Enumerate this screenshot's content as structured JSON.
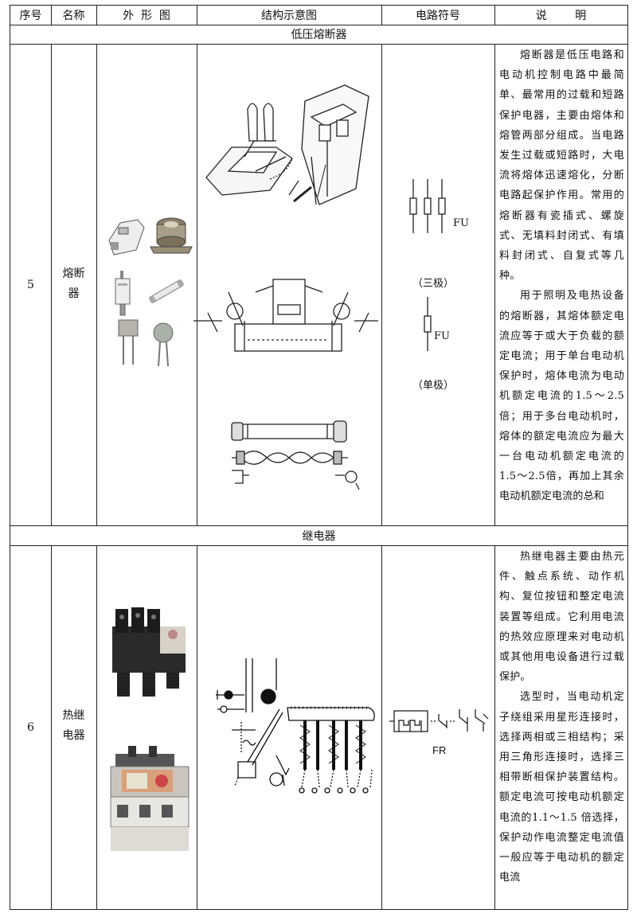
{
  "header": {
    "col_num": "序号",
    "col_name": "名称",
    "col_appearance": "外  形  图",
    "col_structure": "结构示意图",
    "col_symbol": "电路符号",
    "col_desc": "说        明"
  },
  "sections": [
    {
      "title": "低压熔断器",
      "row": {
        "num": "5",
        "name_line1": "熔断",
        "name_line2": "器",
        "symbol_three_pole_code": "FU",
        "symbol_three_pole_caption": "（三极）",
        "symbol_single_pole_code": "FU",
        "symbol_single_pole_caption": "（单极）",
        "desc_p1": "熔断器是低压电路和电动机控制电路中最简单、最常用的过载和短路保护电器，主要由熔体和熔管两部分组成。当电路发生过载或短路时，大电流将熔体迅速熔化，分断电路起保护作用。常用的熔断器有瓷插式、螺旋式、无填料封闭式、有填料封闭式、自复式等几种。",
        "desc_p2": "用于照明及电热设备的熔断器，其熔体额定电流应等于或大于负载的额定电流；用于单台电动机保护时，熔体电流为电动机额定电流的1.5～2.5 倍；用于多台电动机时，熔体的额定电流应为最大一台电动机额定电流的 1.5～2.5倍，再加上其余电动机额定电流的总和"
      }
    },
    {
      "title": "继电器",
      "row": {
        "num": "6",
        "name_line1": "热继",
        "name_line2": "电器",
        "symbol_code": "FR",
        "desc_p1": "热继电器主要由热元件、触点系统、动作机构、复位按钮和整定电流装置等组成。它利用电流的热效应原理来对电动机或其他用电设备进行过载保护。",
        "desc_p2": "选型时，当电动机定子绕组采用星形连接时，选择两相或三相结构；采用三角形连接时，选择三相带断相保护装置结构。额定电流可按电动机额定电流的1.1～1.5 倍选择，保护动作电流整定电流值一般应等于电动机的额定电流"
      }
    }
  ],
  "icons": [
    "fuse-photo",
    "fuse-structure-drawing",
    "fuse-symbol",
    "thermal-relay-photo",
    "thermal-relay-structure-drawing",
    "thermal-relay-symbol"
  ]
}
